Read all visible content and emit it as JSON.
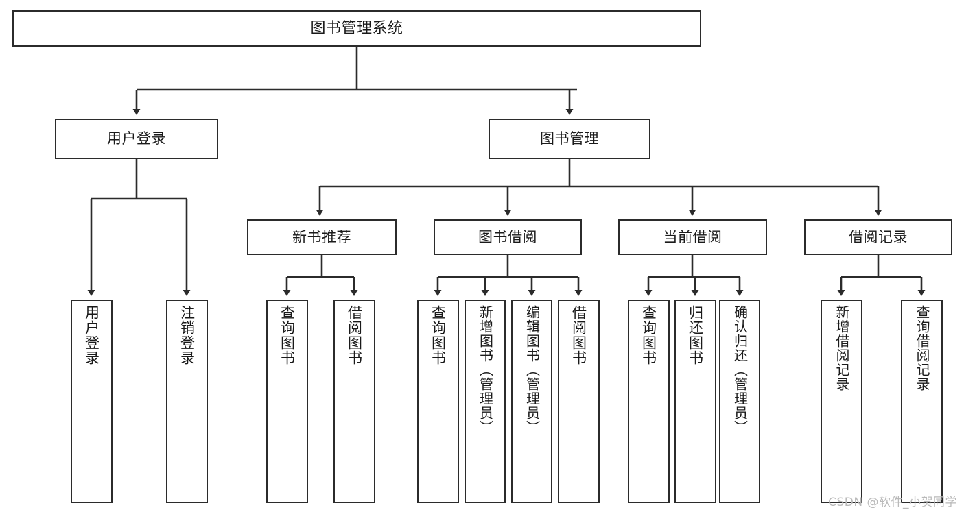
{
  "diagram": {
    "title": "图书管理系统",
    "type": "tree-hierarchy-chart",
    "colors": {
      "box_border": "#2b2b2b",
      "box_fill": "#ffffff",
      "edge": "#2b2b2b",
      "text": "#1a1a1a",
      "watermark": "#b9b9b9",
      "background": "#ffffff"
    },
    "root": {
      "id": "root",
      "label": "图书管理系统"
    },
    "level2": [
      {
        "id": "user-login",
        "label": "用户登录"
      },
      {
        "id": "book-manage",
        "label": "图书管理"
      }
    ],
    "level3": [
      {
        "id": "new-book-rec",
        "label": "新书推荐",
        "parent": "book-manage"
      },
      {
        "id": "book-borrow",
        "label": "图书借阅",
        "parent": "book-manage"
      },
      {
        "id": "current-borrow",
        "label": "当前借阅",
        "parent": "book-manage"
      },
      {
        "id": "borrow-record",
        "label": "借阅记录",
        "parent": "book-manage"
      }
    ],
    "leaves": [
      {
        "id": "leaf-user-login",
        "label": "用户登录",
        "parent": "user-login"
      },
      {
        "id": "leaf-logout-login",
        "label": "注销登录",
        "parent": "user-login"
      },
      {
        "id": "leaf-query-book-1",
        "label": "查询图书",
        "parent": "new-book-rec"
      },
      {
        "id": "leaf-borrow-book-1",
        "label": "借阅图书",
        "parent": "new-book-rec"
      },
      {
        "id": "leaf-query-book-2",
        "label": "查询图书",
        "parent": "book-borrow"
      },
      {
        "id": "leaf-add-book",
        "label": "新增图书（管理员）",
        "parent": "book-borrow"
      },
      {
        "id": "leaf-edit-book",
        "label": "编辑图书（管理员）",
        "parent": "book-borrow"
      },
      {
        "id": "leaf-borrow-book-2",
        "label": "借阅图书",
        "parent": "book-borrow"
      },
      {
        "id": "leaf-query-book-3",
        "label": "查询图书",
        "parent": "current-borrow"
      },
      {
        "id": "leaf-return-book",
        "label": "归还图书",
        "parent": "current-borrow"
      },
      {
        "id": "leaf-confirm-return",
        "label": "确认归还（管理员）",
        "parent": "current-borrow"
      },
      {
        "id": "leaf-add-record",
        "label": "新增借阅记录",
        "parent": "borrow-record"
      },
      {
        "id": "leaf-query-record",
        "label": "查询借阅记录",
        "parent": "borrow-record"
      }
    ]
  },
  "watermark": {
    "text": "CSDN @软件_小贺同学"
  }
}
